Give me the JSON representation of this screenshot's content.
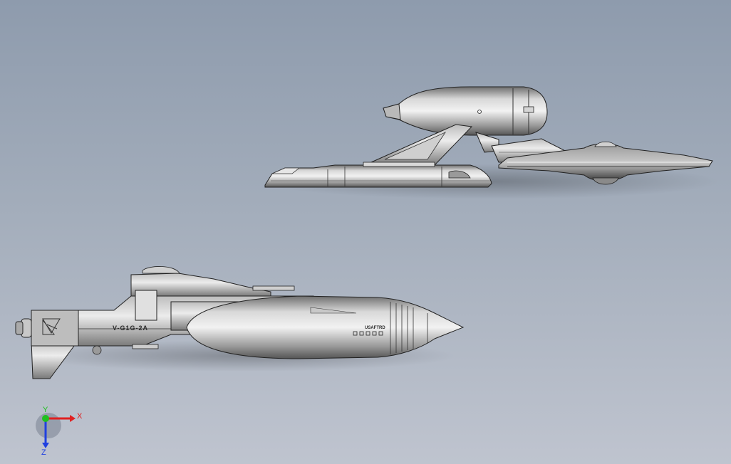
{
  "viewport": {
    "background_top": "#8e9bad",
    "background_bottom": "#bfc4cf"
  },
  "models": {
    "lower_ship": {
      "hull_marking": "V-G1G-2A",
      "nose_marking": "USAFTRD"
    }
  },
  "triad": {
    "x_label": "X",
    "y_label": "Y",
    "z_label": "Z",
    "x_color": "#e02020",
    "y_color": "#20c020",
    "z_color": "#2040e0"
  }
}
